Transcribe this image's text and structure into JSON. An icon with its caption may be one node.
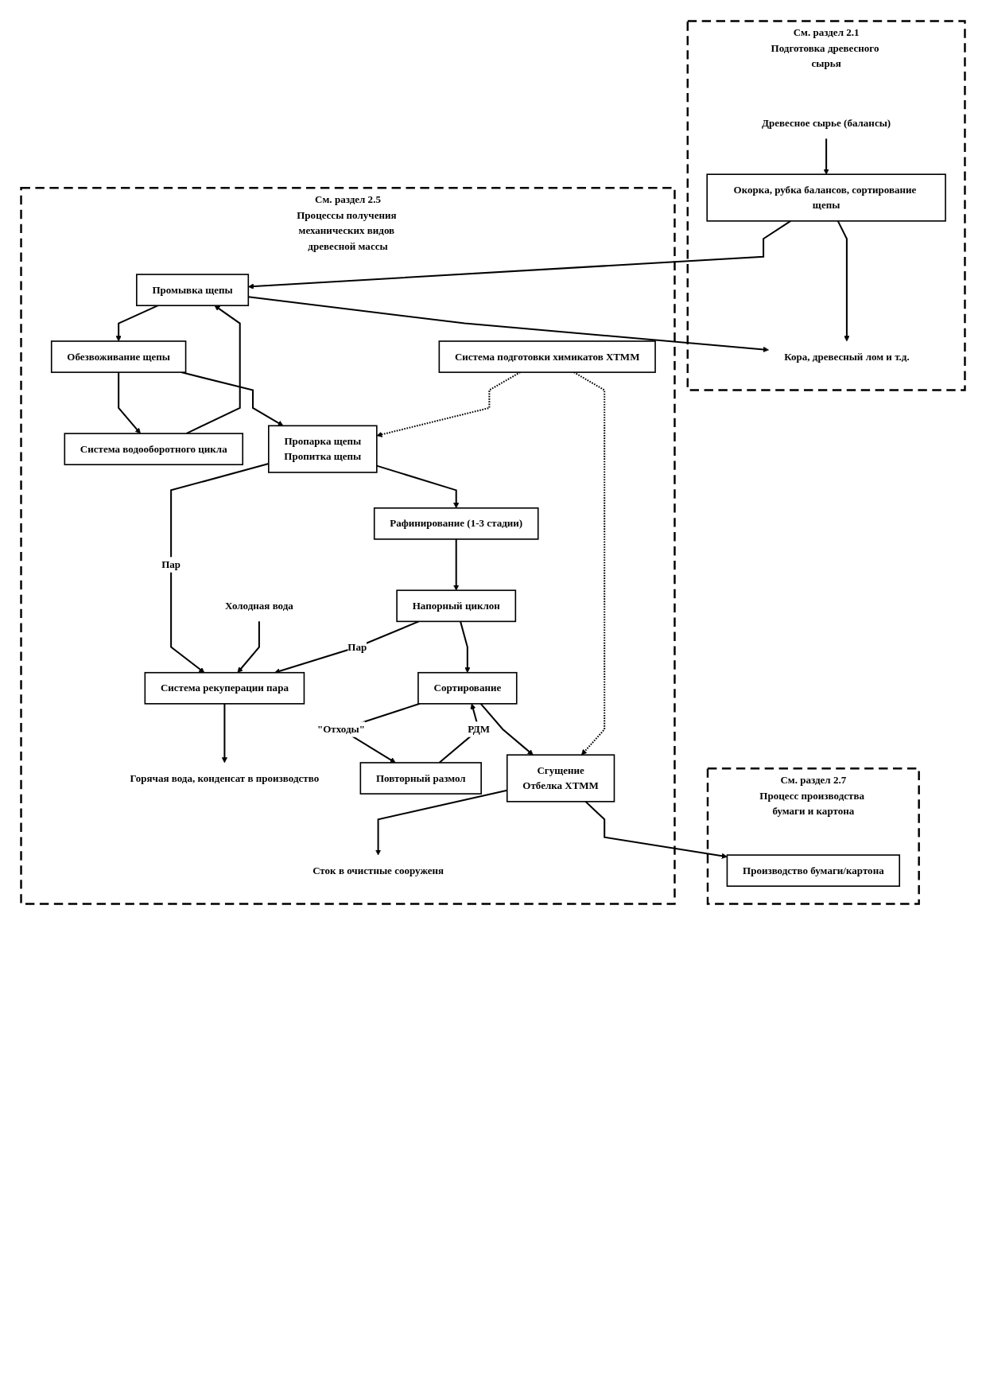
{
  "diagram": {
    "nodes": [
      {
        "text": [
          "См. раздел 2.1",
          "Подготовка древесного сырья"
        ]
      },
      {
        "text": [
          "Древесное сырье (балансы)"
        ],
        "in": 0
      },
      {
        "text": [
          "Окорка, рубка балансов, сортирование щепы"
        ],
        "in": 0
      },
      {
        "text": [
          "Кора, древесный лом и т.д."
        ],
        "in": 0
      },
      {
        "text": [
          "См. раздел 2.5",
          "Процессы получения механических видов древесной массы"
        ]
      },
      {
        "text": [
          "Промывка щепы"
        ],
        "in": 4
      },
      {
        "text": [
          "Обезвоживание щепы"
        ],
        "in": 4
      },
      {
        "text": [
          "Система водооборотного цикла"
        ],
        "in": 4
      },
      {
        "text": [
          "Система подготовки химикатов ХТММ"
        ],
        "in": 4
      },
      {
        "text": [
          "Пропарка щепы",
          "Пропитка щепы"
        ],
        "in": 4
      },
      {
        "text": [
          "Холодная вода"
        ],
        "in": 4
      },
      {
        "text": [
          "Горячая вода, конденсат в производство"
        ],
        "in": 4
      },
      {
        "text": [
          "Рафинирование (1-3 стадии)"
        ],
        "in": 4
      },
      {
        "text": [
          "Напорный циклон"
        ],
        "in": 4
      },
      {
        "text": [
          "Система рекуперации пара"
        ],
        "in": 4
      },
      {
        "text": [
          "Сортирование"
        ],
        "in": 4
      },
      {
        "text": [
          "Повторный размол"
        ],
        "in": 4
      },
      {
        "text": [
          "Сгущение",
          "Отбелка ХТММ"
        ],
        "in": 4
      },
      {
        "text": [
          "Сток в очистные сооруженя"
        ],
        "in": 4
      },
      {
        "text": [
          "См. раздел 2.7",
          "Процесс производства бумаги и картона"
        ]
      },
      {
        "text": [
          "Производство бумаги/картона"
        ],
        "in": 19
      }
    ],
    "edges": [
      {
        "from": 1,
        "to": 2,
        "arrow": "to"
      },
      {
        "from": 2,
        "to": 3,
        "arrow": "to"
      },
      {
        "from": 2,
        "to": 5,
        "arrow": "to"
      },
      {
        "from": 5,
        "to": 3,
        "arrow": "to"
      },
      {
        "from": 7,
        "to": 5,
        "arrow": "to"
      },
      {
        "from": 5,
        "to": 6,
        "arrow": "to"
      },
      {
        "from": 6,
        "to": 7,
        "arrow": "to"
      },
      {
        "from": 6,
        "to": 9,
        "arrow": "to"
      },
      {
        "from": 8,
        "to": 9,
        "arrow": "to",
        "style": "dashed"
      },
      {
        "from": 9,
        "to": 14,
        "arrow": "to",
        "label": "Пар"
      },
      {
        "from": 10,
        "to": 14,
        "arrow": "to"
      },
      {
        "from": 14,
        "to": 11,
        "arrow": "to"
      },
      {
        "from": 9,
        "to": 12,
        "arrow": "to"
      },
      {
        "from": 12,
        "to": 13,
        "arrow": "to"
      },
      {
        "from": 13,
        "to": 14,
        "arrow": "to",
        "label": "Пар"
      },
      {
        "from": 13,
        "to": 15,
        "arrow": "to"
      },
      {
        "from": 15,
        "to": 16,
        "arrow": "to",
        "label": "\"Отходы\""
      },
      {
        "from": 16,
        "to": 15,
        "arrow": "to",
        "label": "РДМ"
      },
      {
        "from": 15,
        "to": 17,
        "arrow": "to"
      },
      {
        "from": 8,
        "to": 17,
        "arrow": "to",
        "style": "dashed"
      },
      {
        "from": 17,
        "to": 18,
        "arrow": "to"
      },
      {
        "from": 17,
        "to": 20,
        "arrow": "to"
      }
    ]
  }
}
